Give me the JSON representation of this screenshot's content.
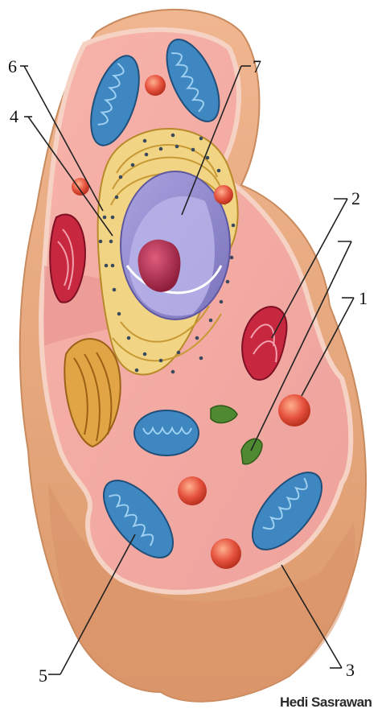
{
  "labels": [
    {
      "id": "1",
      "text": "1",
      "part": "lysosome"
    },
    {
      "id": "2",
      "text": "2",
      "part": "golgi-apparatus"
    },
    {
      "id": "3",
      "text": "3",
      "part": "cell-membrane"
    },
    {
      "id": "4",
      "text": "4",
      "part": "rough-endoplasmic-reticulum"
    },
    {
      "id": "5",
      "text": "5",
      "part": "mitochondrion"
    },
    {
      "id": "6",
      "text": "6",
      "part": "ribosome"
    },
    {
      "id": "7",
      "text": "7",
      "part": "nucleus"
    },
    {
      "id": "8",
      "text": "",
      "part": "chloroplast"
    }
  ],
  "credit": "Hedi Sasrawan",
  "colors": {
    "outer_cell": "#e9a980",
    "cytoplasm": "#f2a7a0",
    "cut_face": "#e8b18c",
    "mitochondria": "#3f87c0",
    "lysosome": "#e2483a",
    "er": "#e9c86a",
    "nucleus": "#8d86c8",
    "nucleolus": "#a0294a",
    "golgi": "#c8283f"
  }
}
